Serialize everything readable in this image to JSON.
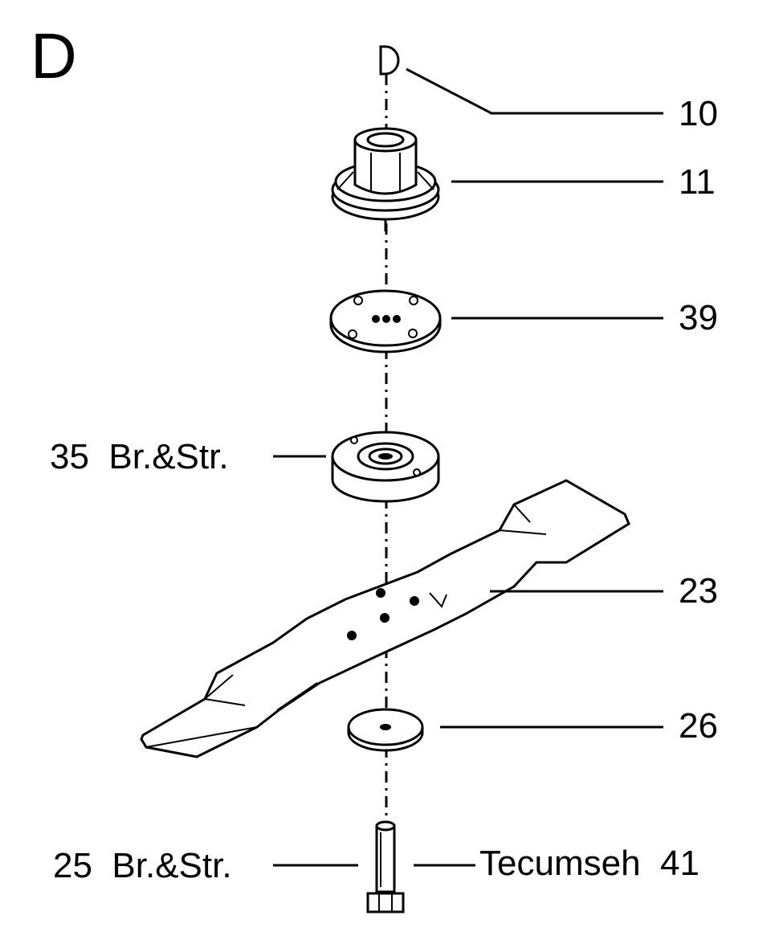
{
  "section_letter": "D",
  "callouts": {
    "p10": "10",
    "p11": "11",
    "p39": "39",
    "p35": "35  Br.&Str.",
    "p23": "23",
    "p26": "26",
    "p25": "25  Br.&Str.",
    "p41": "Tecumseh  41"
  }
}
